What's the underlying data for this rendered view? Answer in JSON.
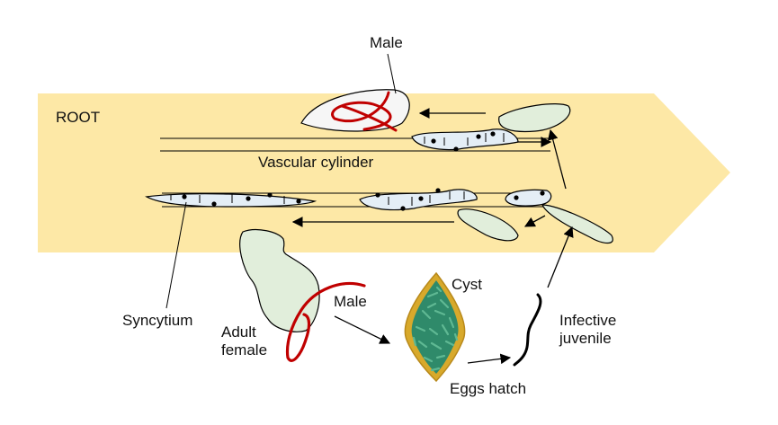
{
  "labels": {
    "root": "ROOT",
    "vascular_cylinder": "Vascular cylinder",
    "male_top": "Male",
    "male_bottom": "Male",
    "syncytium": "Syncytium",
    "adult_female": "Adult female",
    "cyst": "Cyst",
    "eggs_hatch": "Eggs hatch",
    "infective_juvenile": "Infective juvenile"
  },
  "colors": {
    "root": "#fde8a6",
    "nematode_body": "#e1eedb",
    "syncytium": "#e4eef6",
    "male_worm": "#c00000",
    "cyst_border": "#d8a92b",
    "cyst_eggs": "#2f8a6a",
    "outline": "#000000"
  }
}
